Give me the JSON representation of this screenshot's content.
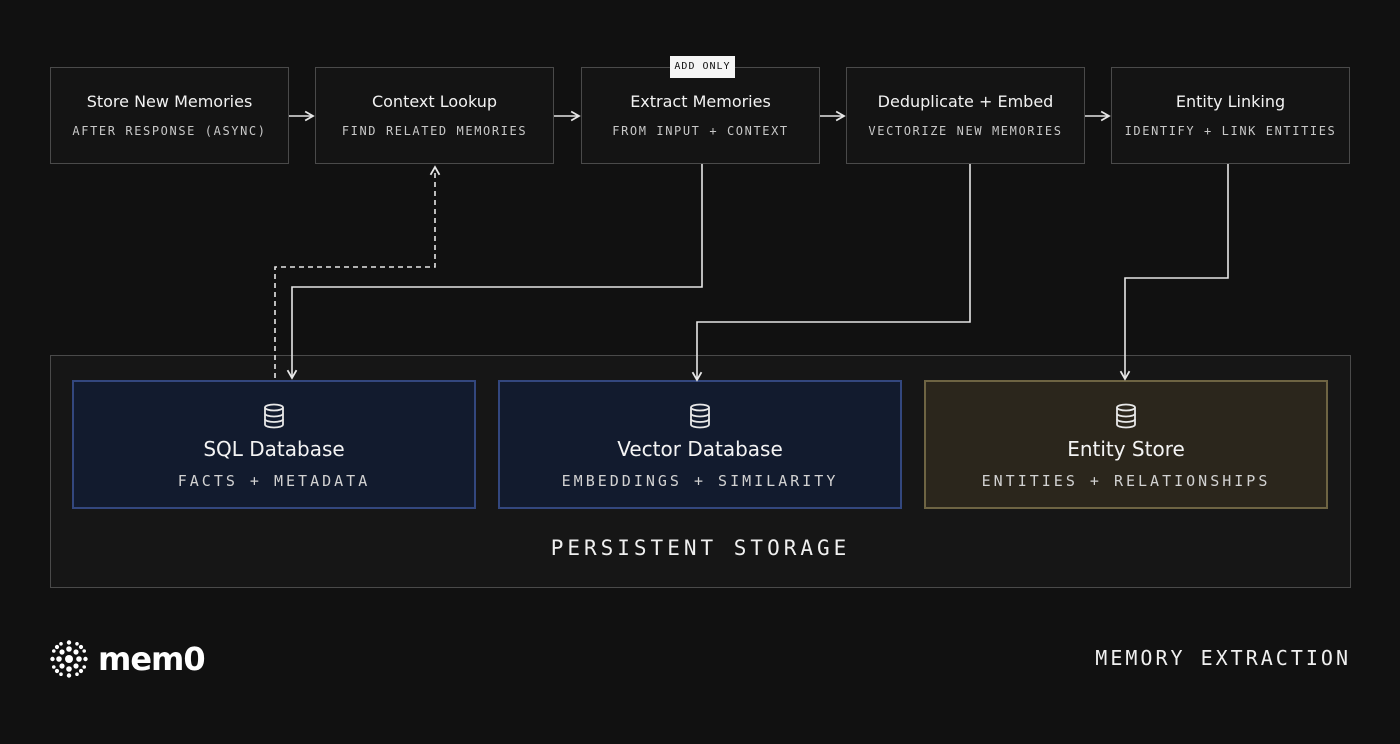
{
  "steps": [
    {
      "title": "Store New Memories",
      "subtitle": "AFTER RESPONSE (ASYNC)"
    },
    {
      "title": "Context Lookup",
      "subtitle": "FIND RELATED MEMORIES"
    },
    {
      "title": "Extract Memories",
      "subtitle": "FROM INPUT + CONTEXT"
    },
    {
      "title": "Deduplicate + Embed",
      "subtitle": "VECTORIZE NEW MEMORIES"
    },
    {
      "title": "Entity Linking",
      "subtitle": "IDENTIFY + LINK ENTITIES"
    }
  ],
  "badge": "ADD ONLY",
  "storage": {
    "label": "PERSISTENT STORAGE",
    "databases": [
      {
        "title": "SQL Database",
        "subtitle": "FACTS + METADATA",
        "icon": "database-icon",
        "color": "#33477e"
      },
      {
        "title": "Vector Database",
        "subtitle": "EMBEDDINGS + SIMILARITY",
        "icon": "database-icon",
        "color": "#33477e"
      },
      {
        "title": "Entity Store",
        "subtitle": "ENTITIES + RELATIONSHIPS",
        "icon": "database-icon",
        "color": "#6e6443"
      }
    ]
  },
  "brand": {
    "logo_text": "mem0",
    "icon": "mem0-logo-icon"
  },
  "footer_label": "MEMORY EXTRACTION"
}
